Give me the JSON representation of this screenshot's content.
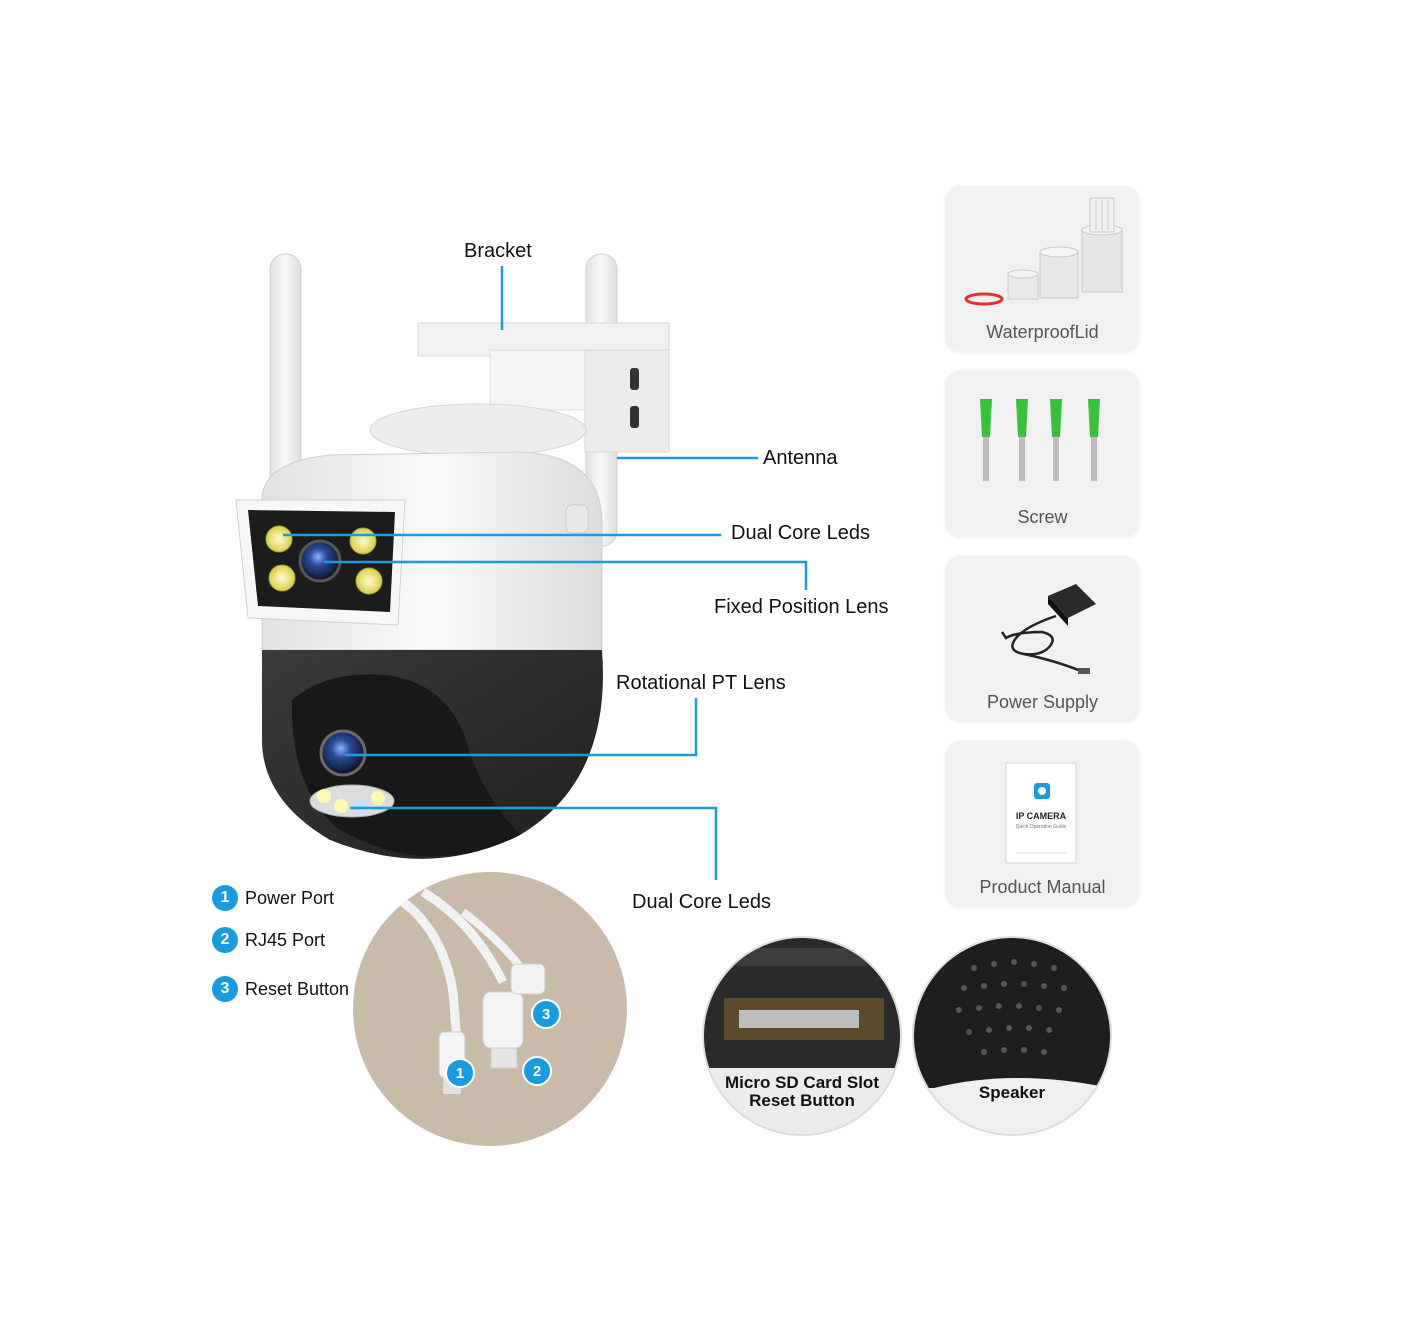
{
  "callouts": {
    "bracket": "Bracket",
    "antenna": "Antenna",
    "dual_core_leds_top": "Dual Core Leds",
    "fixed_position_lens": "Fixed Position Lens",
    "rotational_pt_lens": "Rotational PT Lens",
    "dual_core_leds_bottom": "Dual Core Leds"
  },
  "accessories": [
    {
      "label": "WaterproofLid",
      "icon": "waterproof-lid-icon"
    },
    {
      "label": "Screw",
      "icon": "screw-icon"
    },
    {
      "label": "Power Supply",
      "icon": "power-supply-icon"
    },
    {
      "label": "Product Manual",
      "icon": "manual-icon"
    }
  ],
  "manual_cover": {
    "title": "IP CAMERA",
    "subtitle": "Quick Operation Guide"
  },
  "ports": [
    {
      "number": "1",
      "label": "Power Port"
    },
    {
      "number": "2",
      "label": "RJ45 Port"
    },
    {
      "number": "3",
      "label": "Reset Button"
    }
  ],
  "details": {
    "sd_card_line1": "Micro SD Card Slot",
    "sd_card_line2": "Reset Button",
    "speaker": "Speaker"
  },
  "colors": {
    "accent": "#1a9be0",
    "camera_dark": "#2b2b2b",
    "camera_white": "#f4f4f4",
    "led_yellow": "#e6df6a",
    "screw_green": "#3cbf3c"
  }
}
